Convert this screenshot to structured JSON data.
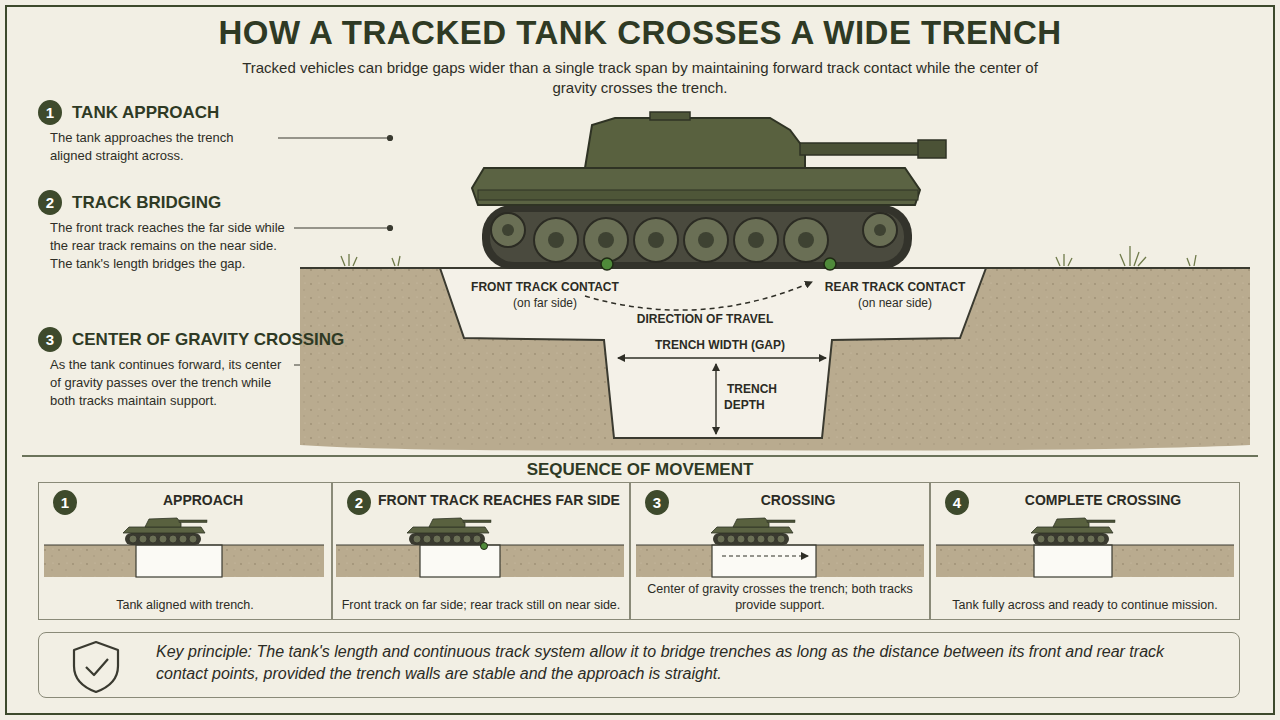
{
  "diagram": {
    "title": "HOW A TRACKED TANK CROSSES A WIDE TRENCH",
    "caption": "Tracked vehicles can bridge gaps wider than a single track span by maintaining forward track contact while the center of gravity crosses the trench.",
    "nodes": [
      {
        "text": [
          "1"
        ]
      },
      {
        "text": [
          "2"
        ]
      },
      {
        "text": [
          "3"
        ]
      },
      {
        "text": [
          "APPROACH",
          "Tank aligned with trench."
        ]
      },
      {
        "text": [
          "1"
        ],
        "in": 3
      },
      {
        "text": [
          "FRONT TRACK REACHES FAR SIDE",
          "Front track on far side; rear track still on near side."
        ]
      },
      {
        "text": [
          "2"
        ],
        "in": 5
      },
      {
        "text": [
          "CROSSING",
          "Center of gravity crosses the trench; both tracks provide support."
        ]
      },
      {
        "text": [
          "3"
        ],
        "in": 7
      },
      {
        "text": [
          "COMPLETE CROSSING",
          "Tank fully across and ready to continue mission."
        ]
      },
      {
        "text": [
          "4"
        ],
        "in": 9
      },
      {
        "text": [
          "Key principle: The tank's length and continuous track system allow it to bridge trenches as long as the distance between its front and rear track contact points, provided the trench walls are stable and the approach is straight."
        ]
      }
    ],
    "labels": [
      "TANK APPROACH",
      "The tank approaches the trench aligned straight across.",
      "TRACK BRIDGING",
      "The front track reaches the far side while the rear track remains on the near side. The tank's length bridges the gap.",
      "CENTER OF GRAVITY CROSSING",
      "As the tank continues forward, its center of gravity passes over the trench while both tracks maintain support.",
      "FRONT TRACK CONTACT",
      "(on far side)",
      "DIRECTION OF TRAVEL",
      "REAR TRACK CONTACT",
      "(on near side)",
      "TRENCH WIDTH (GAP)",
      "TRENCH DEPTH",
      "SEQUENCE OF MOVEMENT"
    ]
  }
}
